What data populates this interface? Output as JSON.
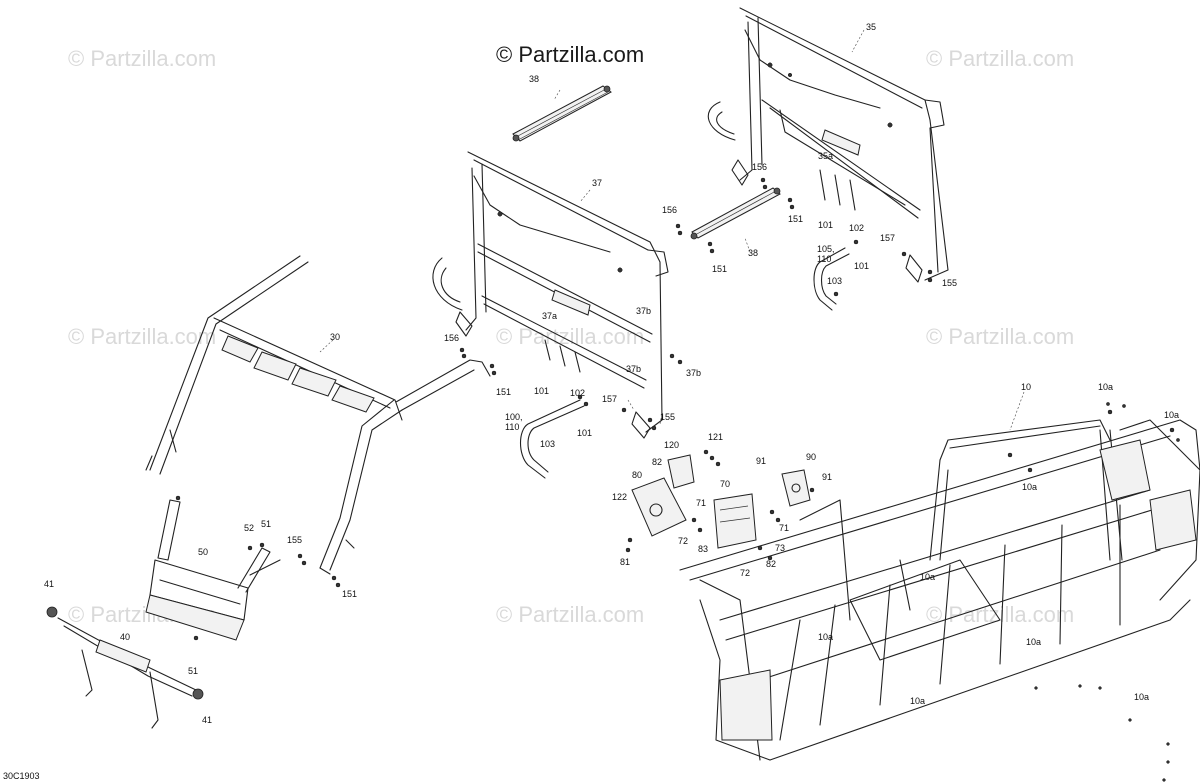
{
  "watermarks": {
    "main": "© Partzilla.com",
    "faint": "© Partzilla.com"
  },
  "reference_code": "30C1903",
  "colors": {
    "line": "#222222",
    "watermark": "#d9d9d9",
    "background": "#ffffff"
  },
  "callouts": {
    "c35": "35",
    "c35a": "35a",
    "c38a": "38",
    "c37": "37",
    "c38b": "38",
    "c156a": "156",
    "c151a": "151",
    "c156b": "156",
    "c151b": "151",
    "c101a": "101",
    "c102a": "102",
    "c105_110": "105,\n110",
    "c101b": "101",
    "c103a": "103",
    "c157a": "157",
    "c155a": "155",
    "c30": "30",
    "c37a": "37a",
    "c37b1": "37b",
    "c37b2": "37b",
    "c37b3": "37b",
    "c156c": "156",
    "c151c": "151",
    "c101c": "101",
    "c102b": "102",
    "c100_110": "100,\n110",
    "c101d": "101",
    "c103b": "103",
    "c157b": "157",
    "c155b": "155",
    "c10": "10",
    "c10a1": "10a",
    "c10a2": "10a",
    "c10a3": "10a",
    "c10a4": "10a",
    "c10a5": "10a",
    "c10a6": "10a",
    "c10a7": "10a",
    "c10a8": "10a",
    "c120": "120",
    "c121": "121",
    "c82a": "82",
    "c80": "80",
    "c122": "122",
    "c71a": "71",
    "c70": "70",
    "c72a": "72",
    "c83": "83",
    "c81": "81",
    "c91a": "91",
    "c90": "90",
    "c91b": "91",
    "c71b": "71",
    "c73": "73",
    "c72b": "72",
    "c82b": "82",
    "c52": "52",
    "c51a": "51",
    "c50": "50",
    "c155c": "155",
    "c151d": "151",
    "c41a": "41",
    "c40": "40",
    "c51b": "51",
    "c41b": "41"
  }
}
